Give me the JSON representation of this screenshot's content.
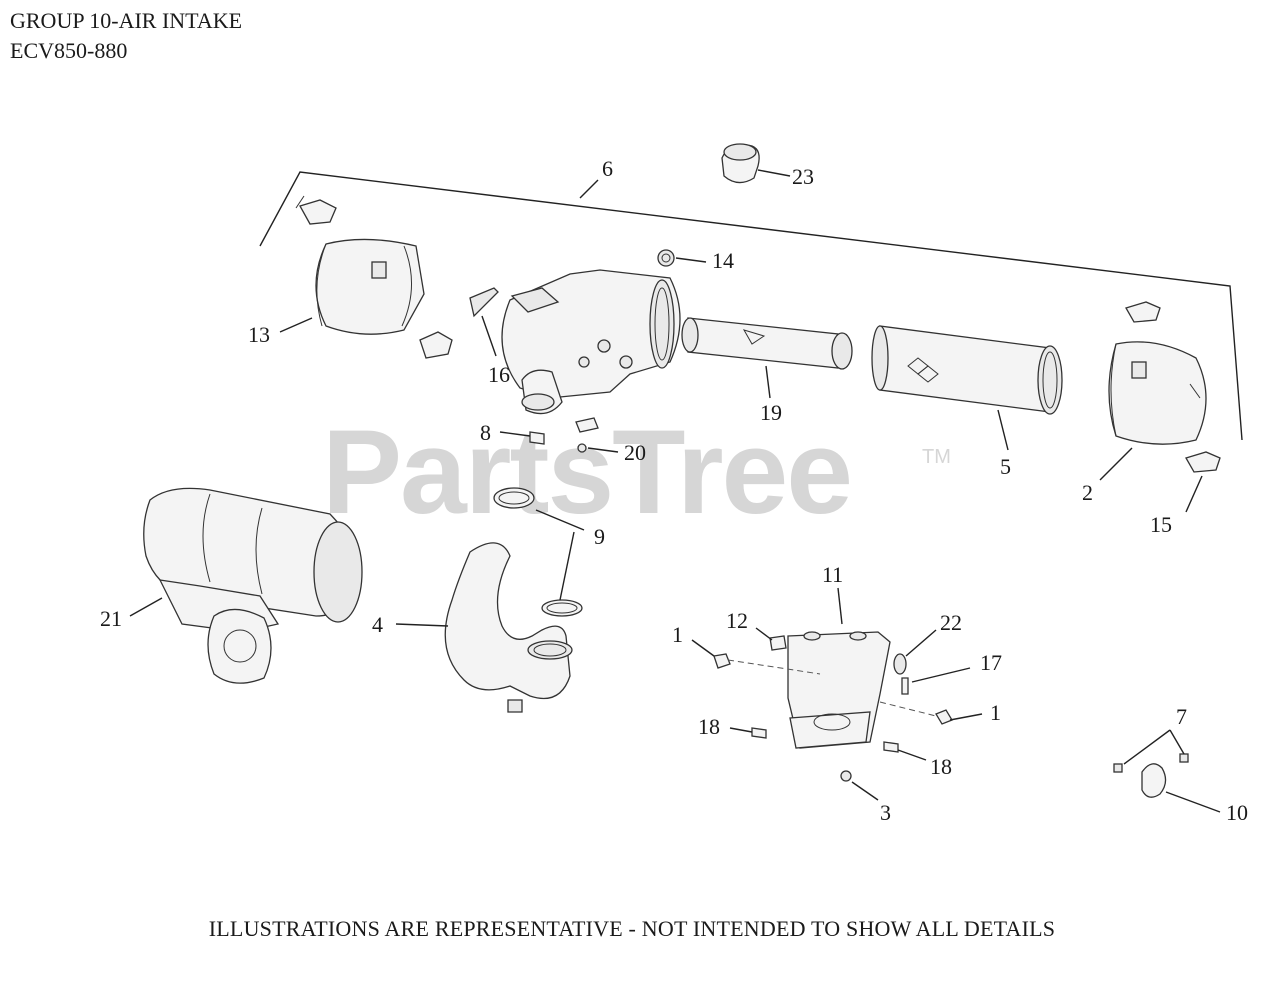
{
  "header": {
    "line1": "GROUP 10-AIR INTAKE",
    "line2": "ECV850-880"
  },
  "watermark": {
    "text": "PartsTree",
    "tm": "TM"
  },
  "footer": {
    "note": "ILLUSTRATIONS ARE REPRESENTATIVE - NOT INTENDED TO SHOW ALL DETAILS"
  },
  "callouts": {
    "c1a": "1",
    "c1b": "1",
    "c2": "2",
    "c3": "3",
    "c4": "4",
    "c5": "5",
    "c6": "6",
    "c7": "7",
    "c8": "8",
    "c9": "9",
    "c10": "10",
    "c11": "11",
    "c12": "12",
    "c13": "13",
    "c14": "14",
    "c15": "15",
    "c16": "16",
    "c17": "17",
    "c18a": "18",
    "c18b": "18",
    "c19": "19",
    "c20": "20",
    "c21": "21",
    "c22": "22",
    "c23": "23"
  }
}
